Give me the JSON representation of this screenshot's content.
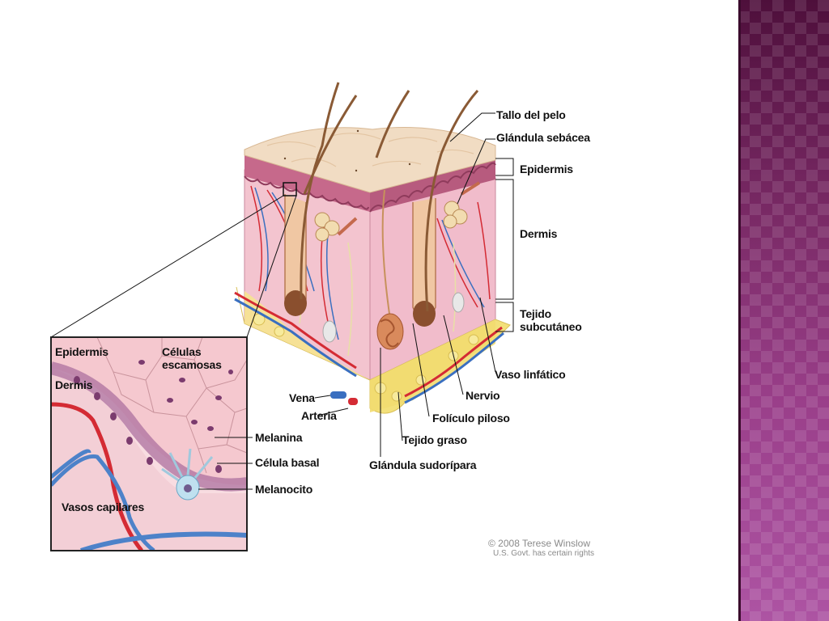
{
  "labels": {
    "hair_shaft": "Tallo del pelo",
    "sebaceous_gland": "Glándula sebácea",
    "epidermis": "Epidermis",
    "dermis": "Dermis",
    "subcutaneous": "Tejido subcutáneo",
    "lymph_vessel": "Vaso linfático",
    "nerve": "Nervio",
    "hair_follicle": "Folículo piloso",
    "fat_tissue": "Tejido graso",
    "sweat_gland": "Glándula sudorípara",
    "vein": "Vena",
    "artery": "Arteria"
  },
  "inset": {
    "epidermis": "Epidermis",
    "dermis": "Dermis",
    "squamous_cells": "Células escamosas",
    "capillaries": "Vasos capilares",
    "melanin": "Melanina",
    "basal_cell": "Célula basal",
    "melanocyte": "Melanocito"
  },
  "credit": {
    "line1": "© 2008 Terese Winslow",
    "line2": "U.S. Govt. has certain rights"
  },
  "colors": {
    "band_top": "#4e0f3b",
    "band_bottom": "#ad54a3",
    "skin_surface": "#f1dcc3",
    "dermis": "#f4c9d4",
    "epidermis": "#c76f8e",
    "fat": "#f3e07a",
    "artery": "#d42b34",
    "vein": "#3a6fc0"
  }
}
